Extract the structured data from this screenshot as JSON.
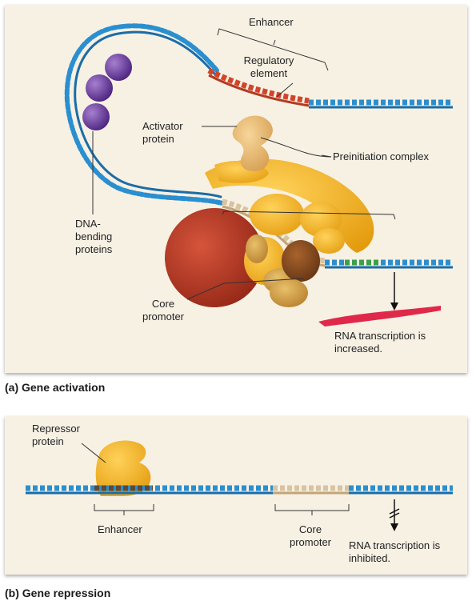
{
  "panel_a": {
    "caption": "(a) Gene activation",
    "labels": {
      "enhancer": "Enhancer",
      "regulatory_element": "Regulatory element",
      "activator_protein": "Activator protein",
      "preinitiation_complex": "Preinitiation complex",
      "dna_bending_proteins": "DNA-bending proteins",
      "core_promoter": "Core promoter",
      "rna_transcription": "RNA transcription is increased."
    }
  },
  "panel_b": {
    "caption": "(b) Gene repression",
    "labels": {
      "repressor_protein": "Repressor protein",
      "enhancer": "Enhancer",
      "core_promoter": "Core promoter",
      "rna_transcription": "RNA transcription is inhibited."
    }
  },
  "colors": {
    "panel_bg": "#f7f1e4",
    "dna_blue": "#2a8fd0",
    "dna_red": "#d2452b",
    "dna_green": "#3aa14a",
    "dna_tan": "#d9c3a0",
    "protein_gold": "#f3b31f",
    "activator_tan": "#e9b86a",
    "bending_purple": "#6a3d9a",
    "pol_red": "#b7321f",
    "rna_pink": "#e0284a"
  }
}
